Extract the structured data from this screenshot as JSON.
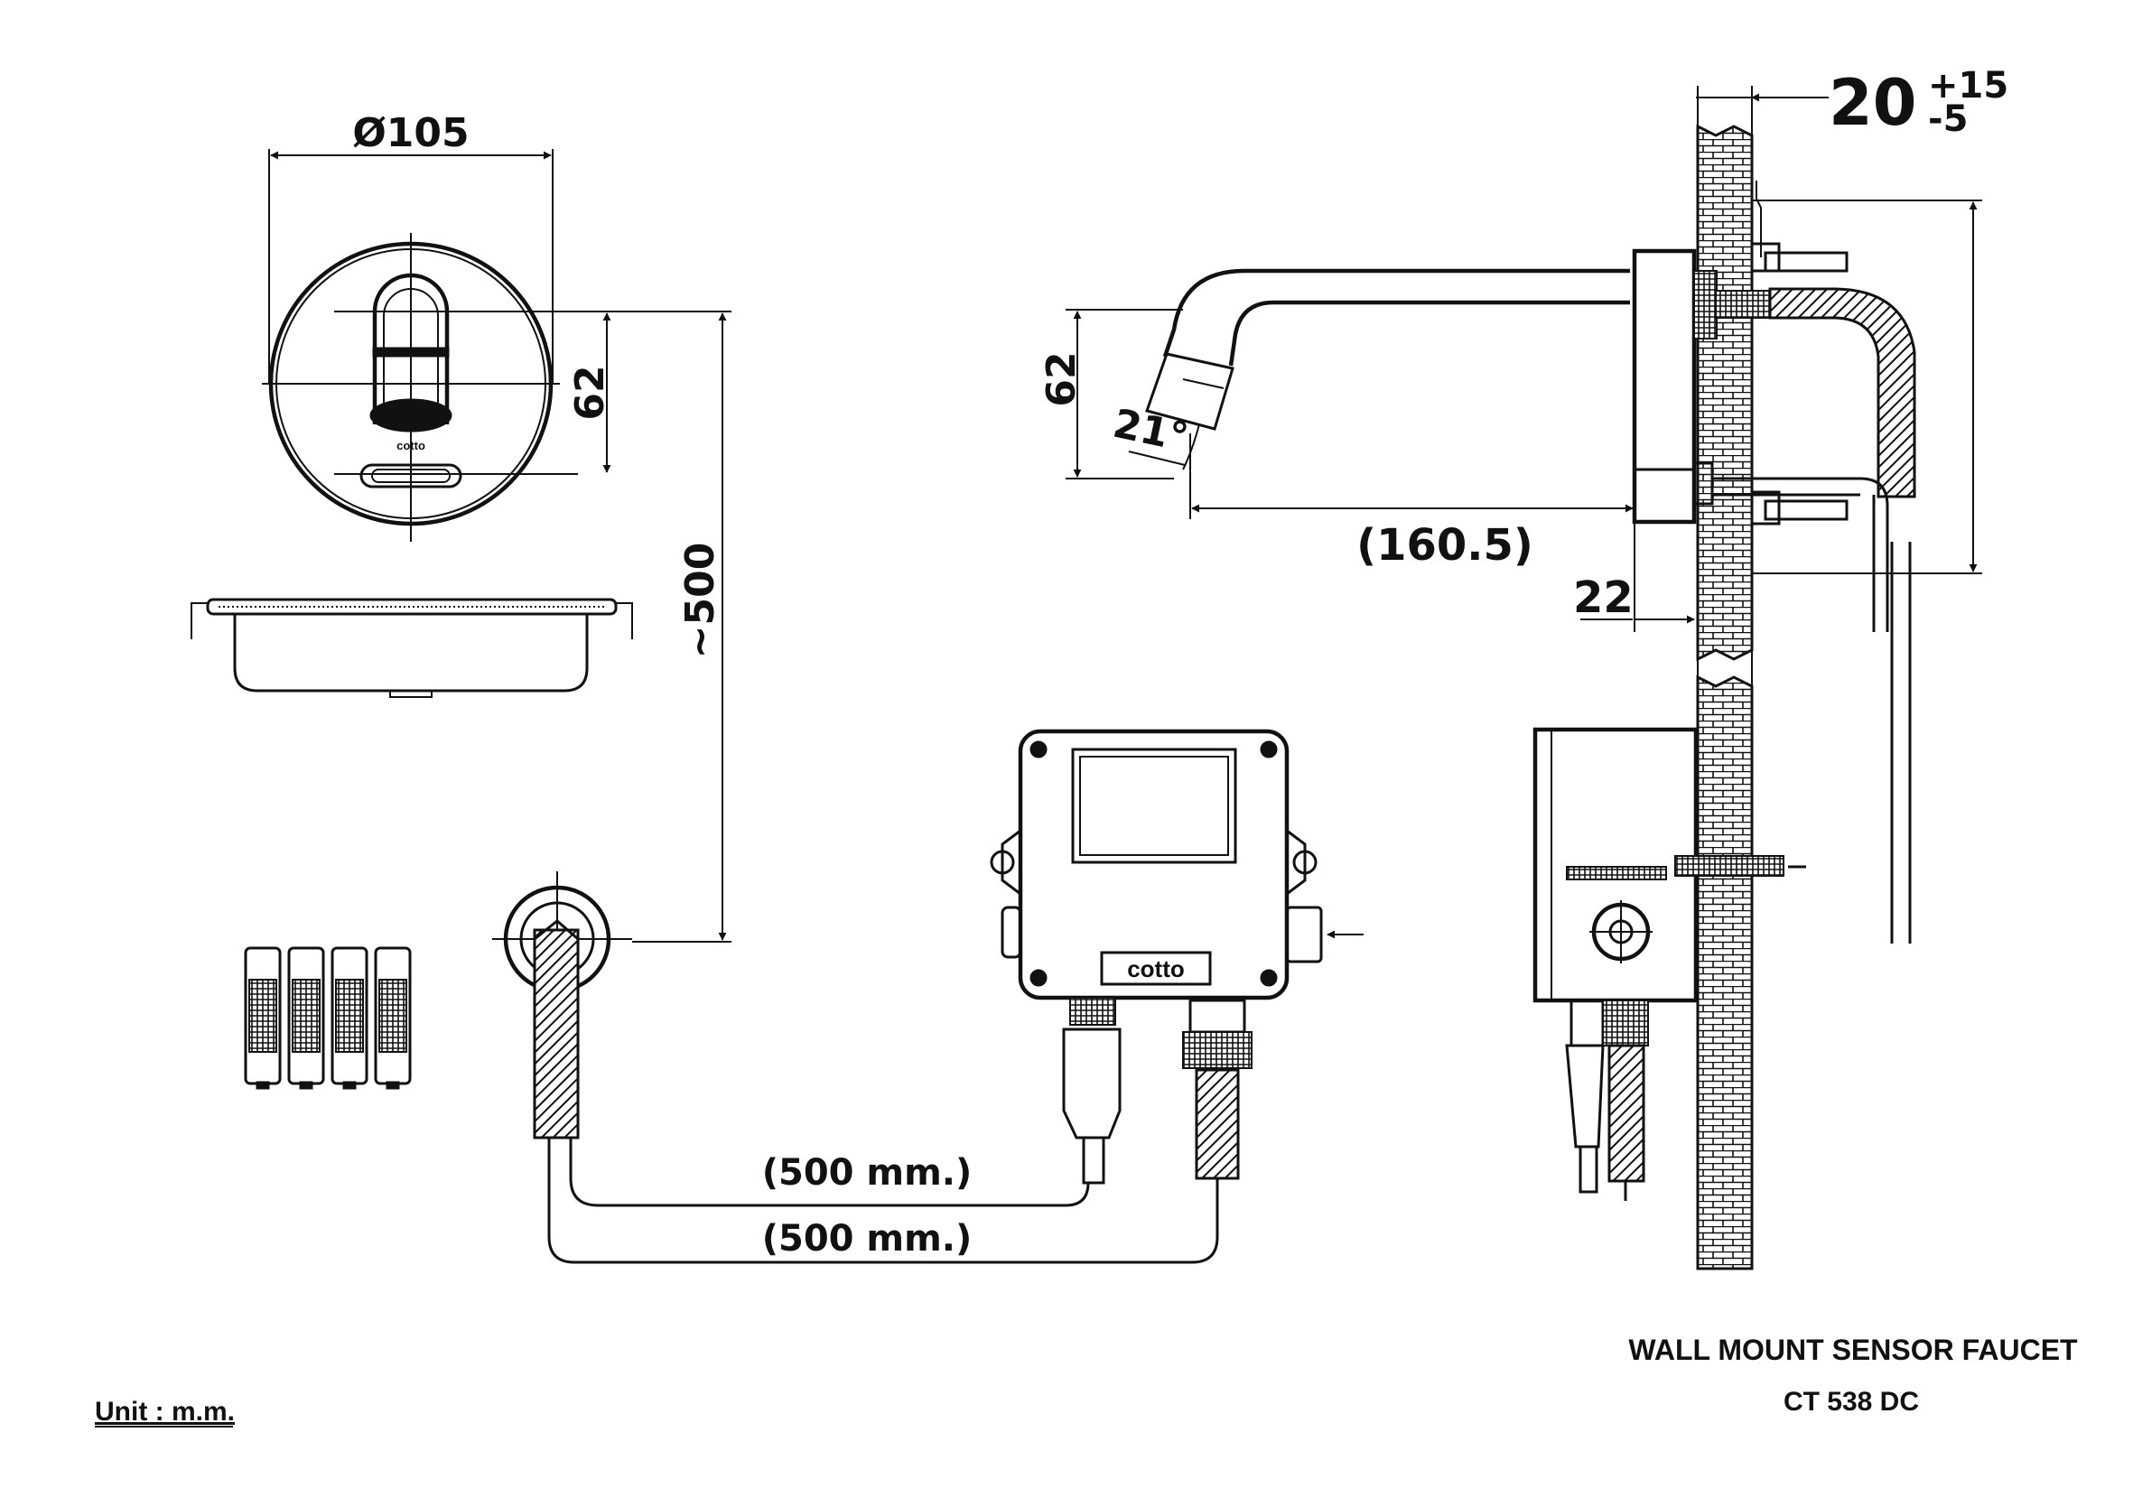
{
  "title": "WALL MOUNT SENSOR FAUCET",
  "model": "CT 538 DC",
  "unit_note": "Unit : m.m.",
  "brand": "cotto",
  "dimensions": {
    "plate_diameter": "Ø105",
    "plate_height": "62",
    "cable_length_vertical": "~500",
    "spout_height": "62",
    "spout_angle": "21°",
    "spout_reach": "(160.5)",
    "wall_clearance": "22",
    "wall_thickness_main": "20",
    "wall_thickness_plus": "+15",
    "wall_thickness_minus": "-5",
    "hose_length_upper": "(500 mm.)",
    "hose_length_lower": "(500 mm.)"
  }
}
